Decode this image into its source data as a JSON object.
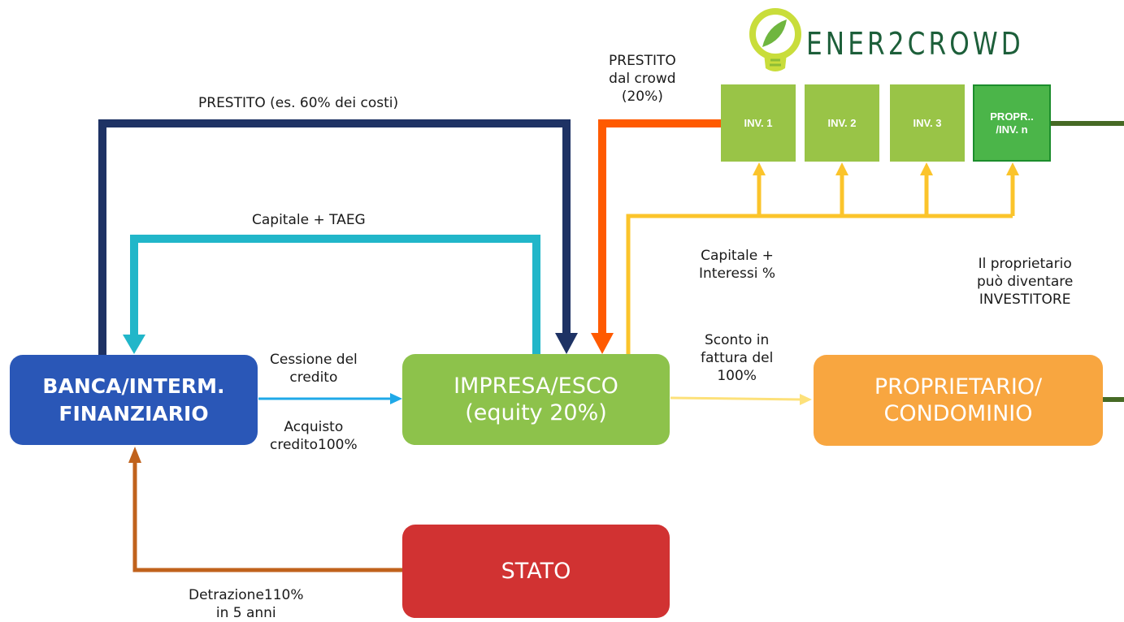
{
  "logo": {
    "text": "ENER2CROWD",
    "icon": "lightbulb-leaf-icon",
    "colors": {
      "text": "#1d5f3a",
      "bulb": "#c9dd3b",
      "leaf": "#6fb63f"
    }
  },
  "nodes": {
    "banca": {
      "line1": "BANCA/INTERM.",
      "line2": "FINANZIARIO",
      "color": "#2a57b7"
    },
    "impresa": {
      "line1": "IMPRESA/ESCO",
      "line2": "(equity 20%)",
      "color": "#8dc24b"
    },
    "proprietario": {
      "line1": "PROPRIETARIO/",
      "line2": "CONDOMINIO",
      "color": "#f8a640"
    },
    "stato": {
      "label": "STATO",
      "color": "#d13232"
    }
  },
  "investors": [
    {
      "line1": "INV. 1",
      "line2": ""
    },
    {
      "line1": "INV. 2",
      "line2": ""
    },
    {
      "line1": "INV. 3",
      "line2": ""
    },
    {
      "line1": "PROPR..",
      "line2": "/INV. n"
    }
  ],
  "edges": {
    "prestito_banca": {
      "text": "PRESTITO (es. 60% dei costi)",
      "color": "#1e3264"
    },
    "capitale_taeg": {
      "text": "Capitale + TAEG",
      "color": "#21b6c9"
    },
    "prestito_crowd": {
      "lines": [
        "PRESTITO",
        "dal crowd",
        "(20%)"
      ],
      "color": "#ff5a00"
    },
    "capitale_interessi": {
      "lines": [
        "Capitale +",
        "Interessi %"
      ],
      "color": "#fbc42b"
    },
    "cessione": {
      "lines": [
        "Cessione del",
        "credito"
      ],
      "color": "#1fa9e8"
    },
    "acquisto": {
      "lines": [
        "Acquisto",
        "credito100%"
      ]
    },
    "sconto": {
      "lines": [
        "Sconto in",
        "fattura del",
        "100%"
      ],
      "color": "#fde17a"
    },
    "detrazione": {
      "lines": [
        "Detrazione110%",
        "in 5 anni"
      ],
      "color": "#c0621c"
    },
    "proprietario_investitore": {
      "lines": [
        "Il proprietario",
        "può diventare",
        "INVESTITORE"
      ],
      "color": "#466a25"
    }
  }
}
